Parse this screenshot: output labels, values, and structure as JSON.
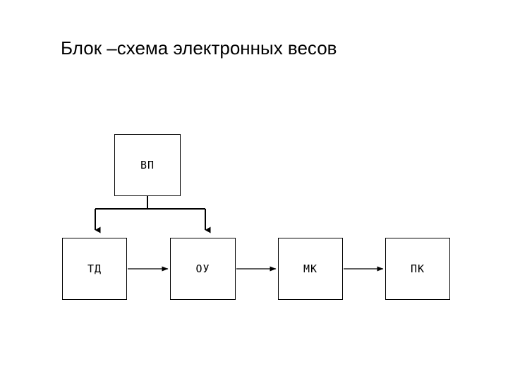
{
  "title": "Блок –схема электронных весов",
  "diagram": {
    "type": "block-diagram",
    "background": "#ffffff",
    "line_color": "#000000",
    "nodes": [
      {
        "id": "vp",
        "label": "ВП"
      },
      {
        "id": "td",
        "label": "ТД"
      },
      {
        "id": "oy",
        "label": "ОУ"
      },
      {
        "id": "mk",
        "label": "МК"
      },
      {
        "id": "pk",
        "label": "ПК"
      }
    ],
    "edges": [
      {
        "from": "vp",
        "to": "td",
        "style": "arrow"
      },
      {
        "from": "vp",
        "to": "oy",
        "style": "arrow"
      },
      {
        "from": "td",
        "to": "oy",
        "style": "arrow"
      },
      {
        "from": "oy",
        "to": "mk",
        "style": "arrow"
      },
      {
        "from": "mk",
        "to": "pk",
        "style": "arrow"
      }
    ]
  }
}
